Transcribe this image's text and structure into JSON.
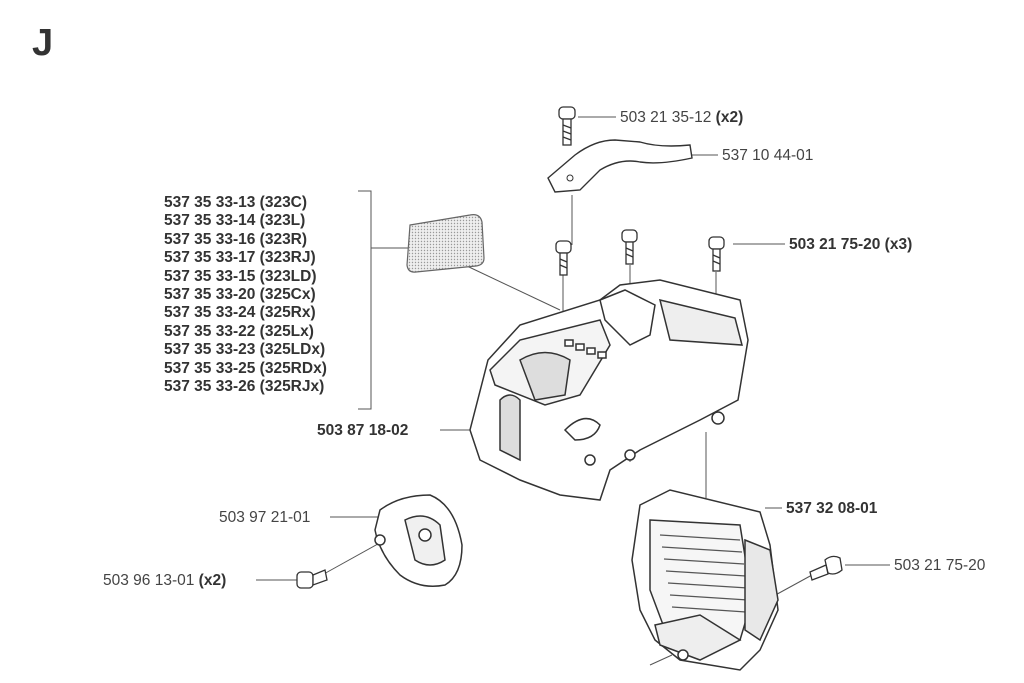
{
  "section_letter": "J",
  "labels": {
    "screw_top": {
      "part": "503 21 35-12",
      "qty": "(x2)"
    },
    "cover_clip": {
      "part": "537 10 44-01"
    },
    "screws_x3": {
      "part": "503 21 75-20",
      "qty": "(x3)"
    },
    "cylinder_cover": {
      "part": "503 87 18-02"
    },
    "cooling_cover": {
      "part": "537 32 08-01"
    },
    "screw_single": {
      "part": "503 21 75-20"
    },
    "cup": {
      "part": "503 97 21-01"
    },
    "screw_cup": {
      "part": "503 96 13-01",
      "qty": "(x2)"
    }
  },
  "decal_kits": [
    "537 35 33-13 (323C)",
    "537 35 33-14 (323L)",
    "537 35 33-16 (323R)",
    "537 35 33-17 (323RJ)",
    "537 35 33-15 (323LD)",
    "537 35 33-20 (325Cx)",
    "537 35 33-24 (325Rx)",
    "537 35 33-22 (325Lx)",
    "537 35 33-23 (325LDx)",
    "537 35 33-25 (325RDx)",
    "537 35 33-26 (325RJx)"
  ]
}
